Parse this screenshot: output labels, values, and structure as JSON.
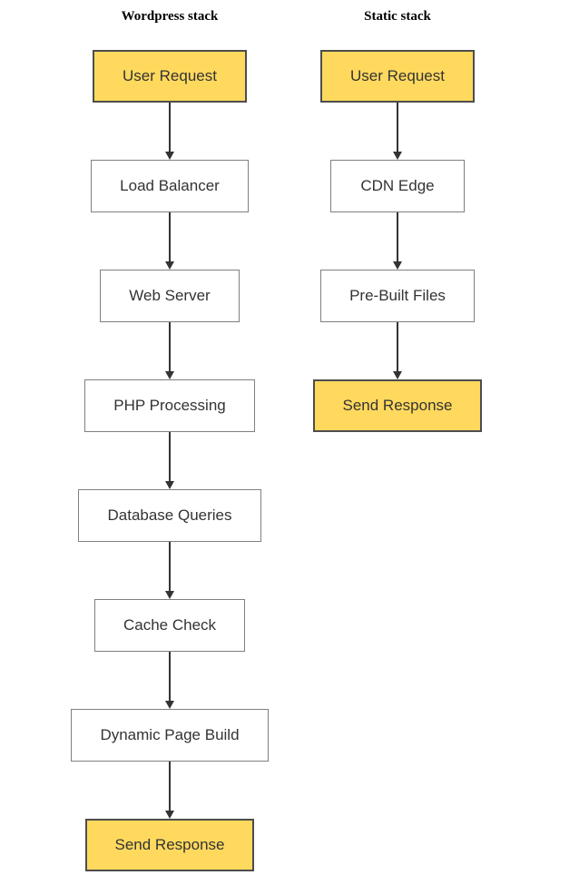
{
  "diagram": {
    "columns": [
      {
        "title": "Wordpress stack",
        "nodes": [
          {
            "label": "User Request",
            "type": "highlight"
          },
          {
            "label": "Load Balancer",
            "type": "default"
          },
          {
            "label": "Web Server",
            "type": "default"
          },
          {
            "label": "PHP Processing",
            "type": "default"
          },
          {
            "label": "Database Queries",
            "type": "default"
          },
          {
            "label": "Cache Check",
            "type": "default"
          },
          {
            "label": "Dynamic Page Build",
            "type": "default"
          },
          {
            "label": "Send Response",
            "type": "highlight"
          }
        ]
      },
      {
        "title": "Static stack",
        "nodes": [
          {
            "label": "User Request",
            "type": "highlight"
          },
          {
            "label": "CDN Edge",
            "type": "default"
          },
          {
            "label": "Pre-Built Files",
            "type": "default"
          },
          {
            "label": "Send Response",
            "type": "highlight"
          }
        ]
      }
    ]
  },
  "theme": {
    "highlight-fill": "#ffd95e",
    "highlight-border": "#4d4d4d",
    "node-fill": "#ffffff",
    "node-border": "#808080",
    "text-color": "#333333",
    "arrow-color": "#333333",
    "background": "#ffffff",
    "title-color": "#000000"
  }
}
